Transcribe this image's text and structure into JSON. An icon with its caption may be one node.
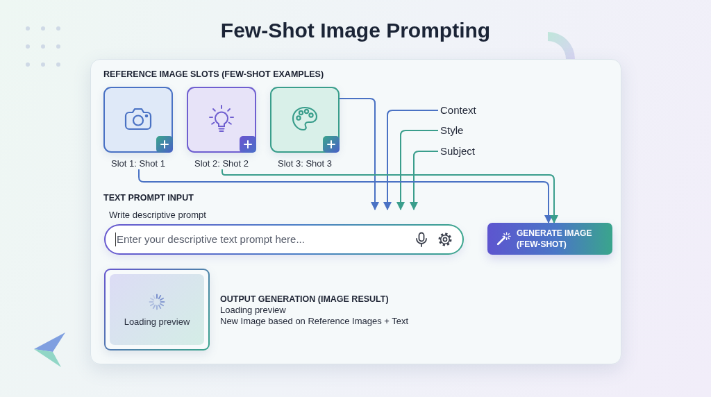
{
  "diagram": {
    "title": "Few-Shot Image Prompting",
    "nodes": [
      {
        "text": [
          "Slot 1: Shot 1"
        ]
      },
      {
        "text": [
          "Slot 2: Shot 2"
        ]
      },
      {
        "text": [
          "Slot 3: Shot 3"
        ]
      },
      {
        "text": [
          "Context"
        ]
      },
      {
        "text": [
          "Style"
        ]
      },
      {
        "text": [
          "Subject"
        ]
      },
      {
        "text": [
          "Write descriptive prompt",
          "Enter your descriptive text prompt here..."
        ]
      },
      {
        "text": [
          "GENERATE IMAGE (FEW-SHOT)"
        ]
      },
      {
        "text": [
          "Loading preview"
        ],
        "beside": [
          "OUTPUT GENERATION (IMAGE RESULT)",
          "Loading preview",
          "New Image based on Reference Images + Text"
        ]
      }
    ],
    "edges": [
      {
        "from": 2,
        "to": 6,
        "arrow": "to",
        "color": "#4a72c4"
      },
      {
        "from": 3,
        "to": 6,
        "arrow": "to",
        "color": "#4a72c4"
      },
      {
        "from": 4,
        "to": 6,
        "arrow": "to",
        "color": "#3a9e8c"
      },
      {
        "from": 5,
        "to": 6,
        "arrow": "to",
        "color": "#3a9e8c"
      },
      {
        "from": 0,
        "to": 7,
        "arrow": "to",
        "color": "#4a72c4"
      },
      {
        "from": 1,
        "to": 7,
        "arrow": "to",
        "color": "#3a9e8c"
      }
    ],
    "labels": [
      "REFERENCE IMAGE SLOTS (FEW-SHOT EXAMPLES)",
      "TEXT PROMPT INPUT"
    ]
  }
}
